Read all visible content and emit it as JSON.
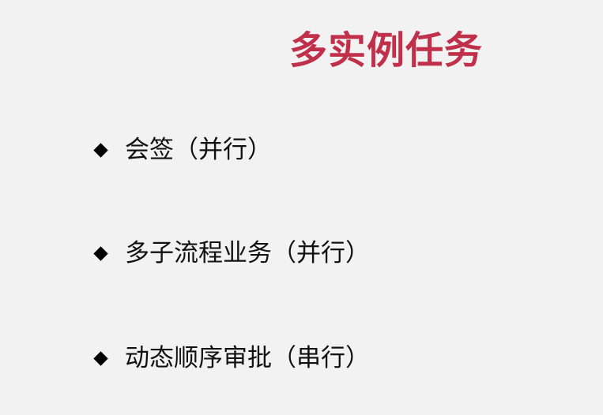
{
  "slide": {
    "title": "多实例任务",
    "bullets": [
      {
        "text": "会签（并行）",
        "marker": "diamond-bullet-icon"
      },
      {
        "text": "多子流程业务（并行）",
        "marker": "diamond-bullet-icon"
      },
      {
        "text": "动态顺序审批（串行）",
        "marker": "diamond-bullet-icon"
      }
    ]
  },
  "colors": {
    "background": "#f3f2f2",
    "title": "#c0304a",
    "text": "#111111"
  }
}
